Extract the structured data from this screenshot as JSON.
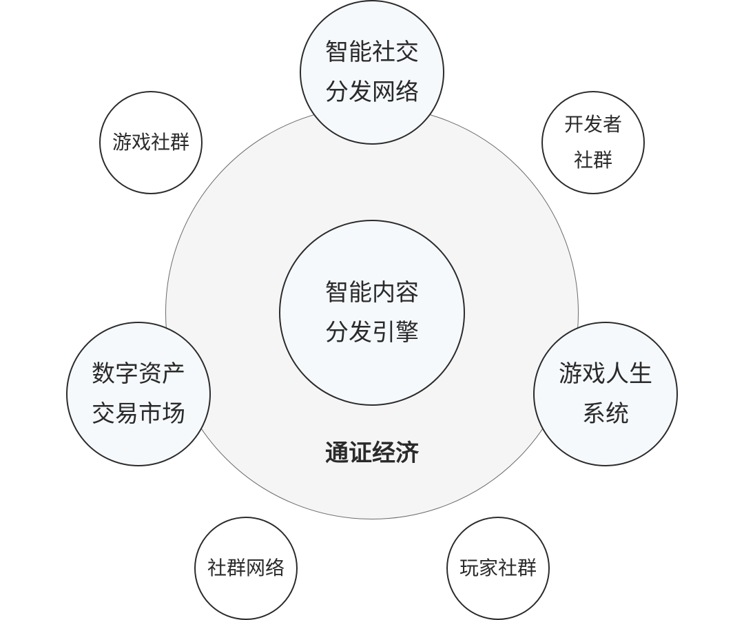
{
  "economy": {
    "label": "通证经济"
  },
  "core": {
    "line1": "智能内容",
    "line2": "分发引擎"
  },
  "nodes": {
    "social_distribution": {
      "line1": "智能社交",
      "line2": "分发网络"
    },
    "digital_asset_market": {
      "line1": "数字资产",
      "line2": "交易市场"
    },
    "game_life_system": {
      "line1": "游戏人生",
      "line2": "系统"
    },
    "game_community": {
      "line1": "游戏社群"
    },
    "developer_community": {
      "line1": "开发者",
      "line2": "社群"
    },
    "community_network": {
      "line1": "社群网络"
    },
    "player_community": {
      "line1": "玩家社群"
    }
  },
  "colors": {
    "outer_fill": "#f5f5f5",
    "node_fill": "#f5f9fc",
    "stroke": "#2b2b2b"
  }
}
